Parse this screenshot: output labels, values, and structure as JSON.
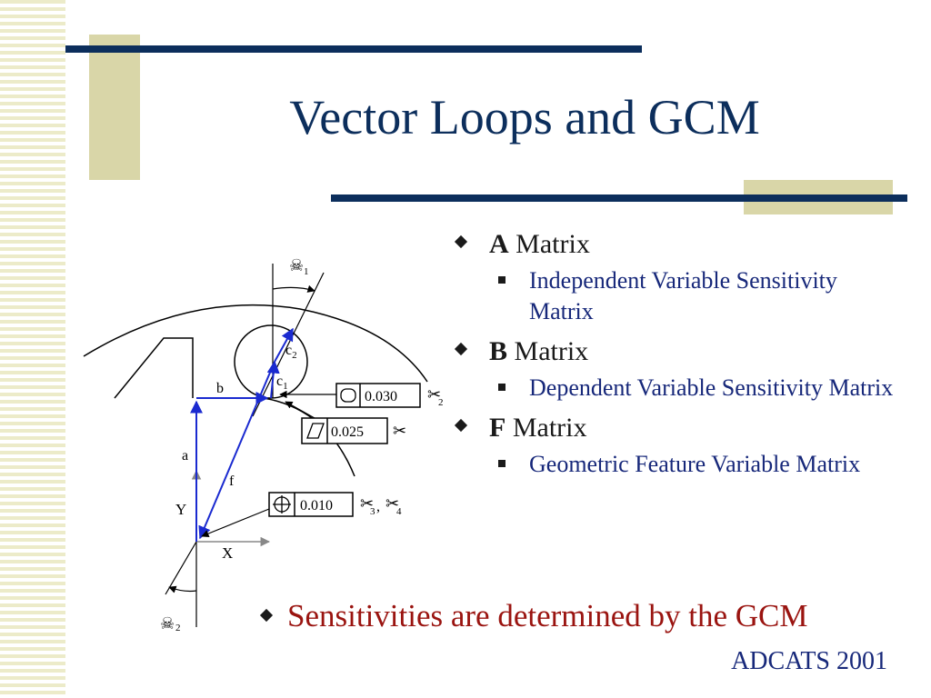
{
  "slide": {
    "title": "Vector Loops and GCM",
    "footer": "ADCATS 2001",
    "colors": {
      "title": "#0c2e5c",
      "accent_bar": "#0c2e5c",
      "accent_block": "#d9d6a8",
      "bullet_text": "#17287a",
      "highlight": "#9a1410"
    },
    "bullets": [
      {
        "bold": "A",
        "rest": " Matrix",
        "sub": "Independent Variable Sensitivity Matrix"
      },
      {
        "bold": "B",
        "rest": " Matrix",
        "sub": "Dependent Variable Sensitivity Matrix"
      },
      {
        "bold": "F",
        "rest": " Matrix",
        "sub": "Geometric Feature Variable Matrix"
      }
    ],
    "bottom_bullet": "Sensitivities are determined by the GCM"
  },
  "diagram": {
    "vector_labels": {
      "a": "a",
      "b": "b",
      "c1": "c",
      "c1_sub": "1",
      "c2": "c",
      "c2_sub": "2",
      "f": "f"
    },
    "axes": {
      "x": "X",
      "y": "Y"
    },
    "tolerance_frames": [
      {
        "symbol": "circularity",
        "value": "0.030",
        "ref_sub": "2"
      },
      {
        "symbol": "flatness",
        "value": "0.025",
        "ref_sub": ""
      },
      {
        "symbol": "position",
        "value": "0.010",
        "ref_sub": "3, 4"
      }
    ],
    "angle_markers": [
      {
        "icon": "skull-crossbones-icon",
        "sub": "1"
      },
      {
        "icon": "skull-crossbones-icon",
        "sub": "2"
      }
    ],
    "tolerance_refs": {
      "ref_a": "2",
      "ref_b": "",
      "ref_c": "3",
      "ref_c_sep": ",",
      "ref_d": "4"
    }
  }
}
